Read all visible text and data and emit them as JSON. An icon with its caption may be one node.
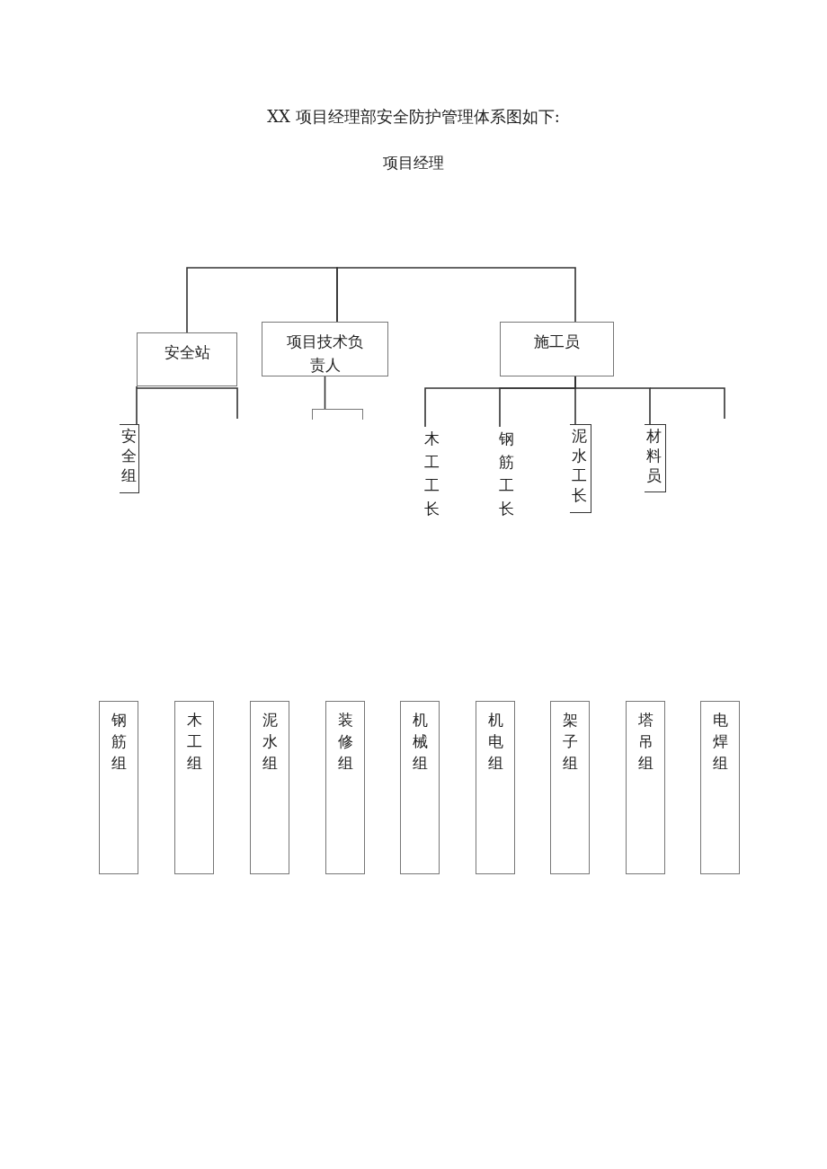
{
  "diagram": {
    "title": "XX 项目经理部安全防护管理体系图如下:",
    "nodes": [
      {
        "text": [
          "安全站"
        ]
      },
      {
        "text": [
          "项目技术负责人"
        ]
      },
      {
        "text": [
          "施工员"
        ]
      },
      {
        "text": [
          "安全组"
        ]
      },
      {
        "text": [],
        "shape": "box"
      },
      {
        "text": [
          "木工工长"
        ]
      },
      {
        "text": [
          "钢筋工长"
        ]
      },
      {
        "text": [
          "泥水工长"
        ]
      },
      {
        "text": [
          "材料员"
        ]
      },
      {
        "text": [
          "钢筋组"
        ]
      },
      {
        "text": [
          "木工组"
        ]
      },
      {
        "text": [
          "泥水组"
        ]
      },
      {
        "text": [
          "装修组"
        ]
      },
      {
        "text": [
          "机械组"
        ]
      },
      {
        "text": [
          "机电组"
        ]
      },
      {
        "text": [
          "架子组"
        ]
      },
      {
        "text": [
          "塔吊组"
        ]
      },
      {
        "text": [
          "电焊组"
        ]
      }
    ],
    "edges": [
      {
        "from": 0,
        "to": 1,
        "arrow": "none"
      },
      {
        "from": 1,
        "to": 2,
        "arrow": "none"
      },
      {
        "from": 0,
        "to": 3,
        "arrow": "none"
      },
      {
        "from": 1,
        "to": 4,
        "arrow": "none"
      },
      {
        "from": 2,
        "to": 5,
        "arrow": "none"
      },
      {
        "from": 2,
        "to": 6,
        "arrow": "none"
      },
      {
        "from": 2,
        "to": 7,
        "arrow": "none"
      },
      {
        "from": 2,
        "to": 8,
        "arrow": "none"
      }
    ],
    "labels": [
      "项目经理"
    ]
  }
}
